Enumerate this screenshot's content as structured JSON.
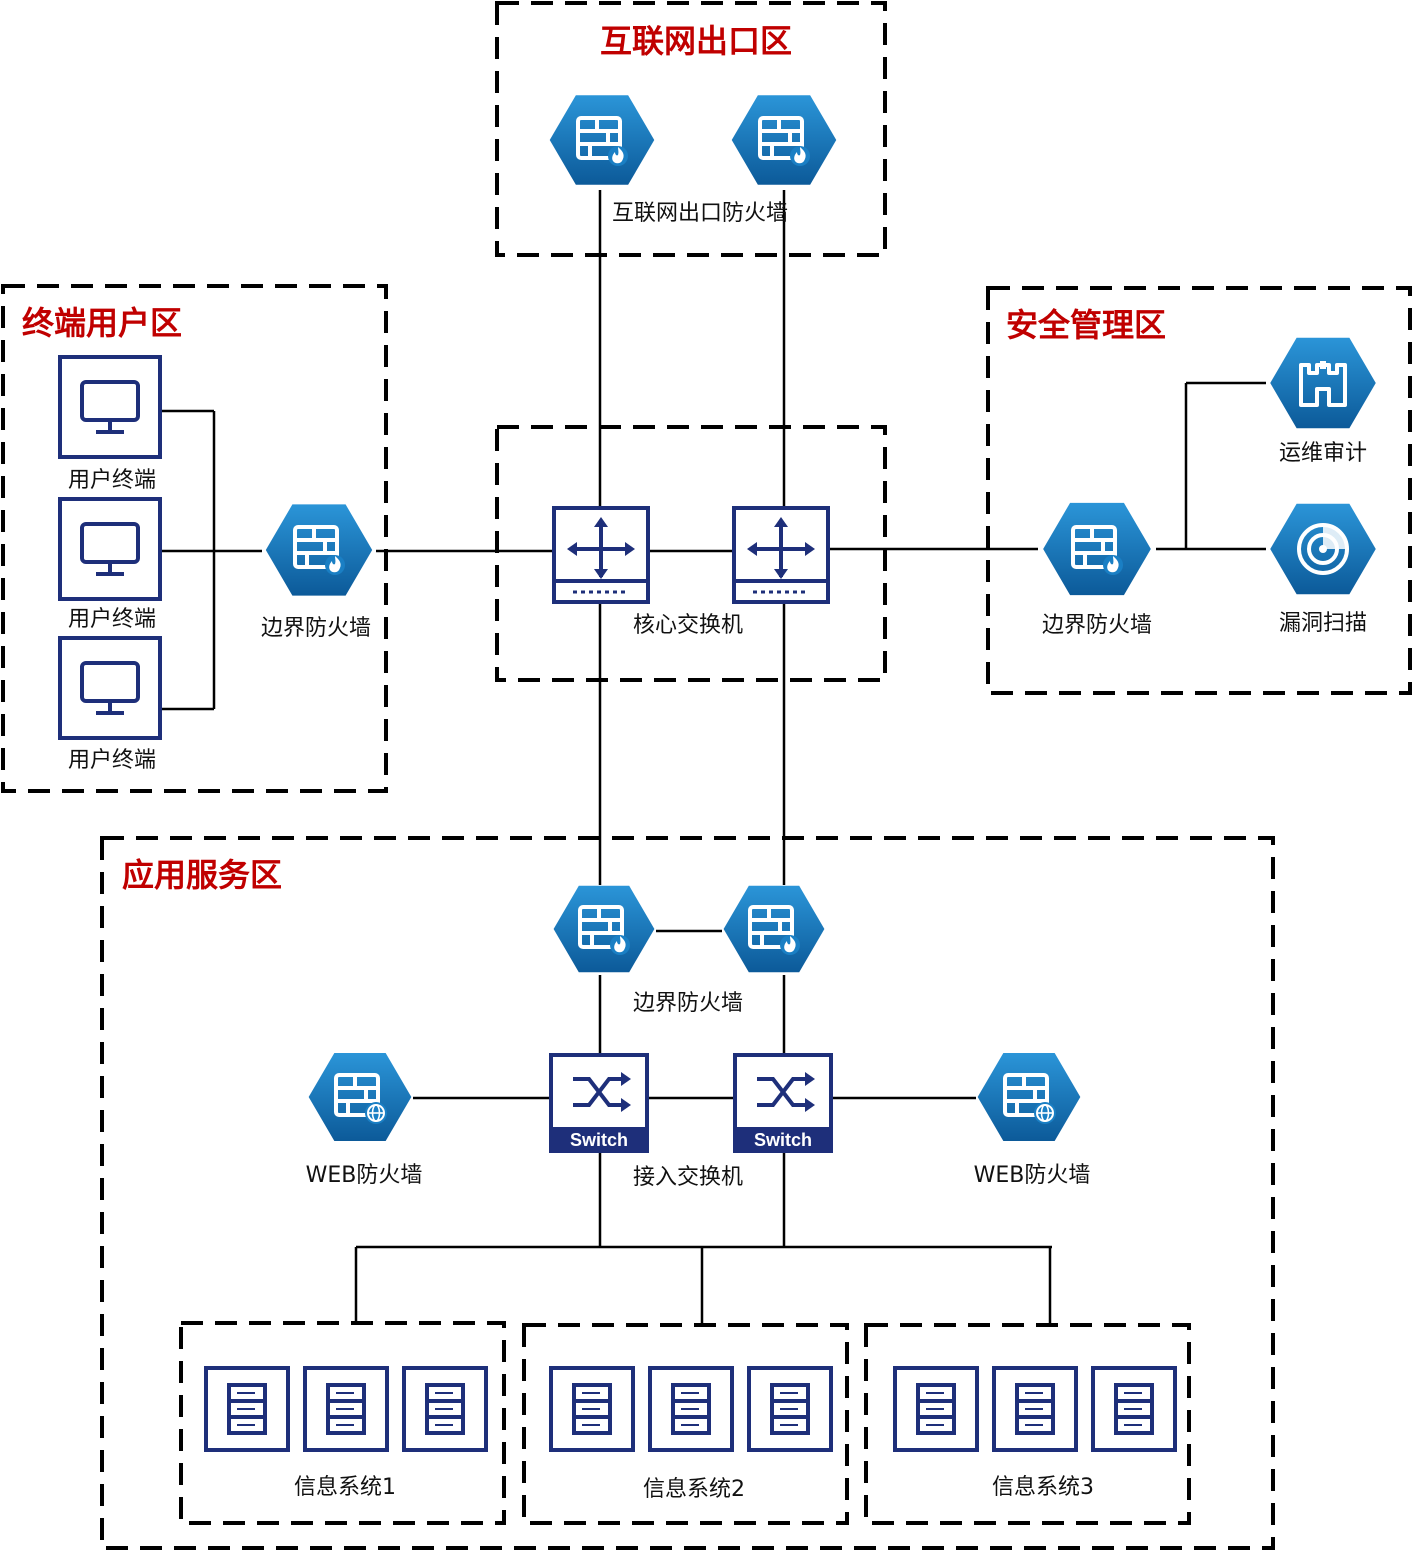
{
  "colors": {
    "zone_title": "#c00000",
    "hex_blue": "#1a7fc4",
    "hex_blue_dark": "#0c5a99",
    "device_navy": "#1e2f7a",
    "line": "#000000"
  },
  "zones": {
    "internet": {
      "title": "互联网出口区"
    },
    "terminal": {
      "title": "终端用户区"
    },
    "security": {
      "title": "安全管理区"
    },
    "application": {
      "title": "应用服务区"
    }
  },
  "nodes": {
    "internet_fw": {
      "label": "互联网出口防火墙",
      "icon": "firewall-icon"
    },
    "terminals": [
      {
        "label": "用户终端",
        "icon": "monitor-icon"
      },
      {
        "label": "用户终端",
        "icon": "monitor-icon"
      },
      {
        "label": "用户终端",
        "icon": "monitor-icon"
      }
    ],
    "terminal_border_fw": {
      "label": "边界防火墙",
      "icon": "firewall-icon"
    },
    "core_switch": {
      "label": "核心交换机",
      "icon": "router-arrows-icon"
    },
    "security_border_fw": {
      "label": "边界防火墙",
      "icon": "firewall-icon"
    },
    "ops_audit": {
      "label": "运维审计",
      "icon": "castle-icon"
    },
    "vuln_scan": {
      "label": "漏洞扫描",
      "icon": "radar-icon"
    },
    "app_border_fw": {
      "label": "边界防火墙",
      "icon": "firewall-icon"
    },
    "access_switch": {
      "label": "接入交换机",
      "icon": "switch-icon",
      "badge": "Switch"
    },
    "web_fw_left": {
      "label": "WEB防火墙",
      "icon": "web-firewall-icon"
    },
    "web_fw_right": {
      "label": "WEB防火墙",
      "icon": "web-firewall-icon"
    },
    "systems": [
      {
        "label": "信息系统1",
        "icon": "server-icon"
      },
      {
        "label": "信息系统2",
        "icon": "server-icon"
      },
      {
        "label": "信息系统3",
        "icon": "server-icon"
      }
    ]
  }
}
